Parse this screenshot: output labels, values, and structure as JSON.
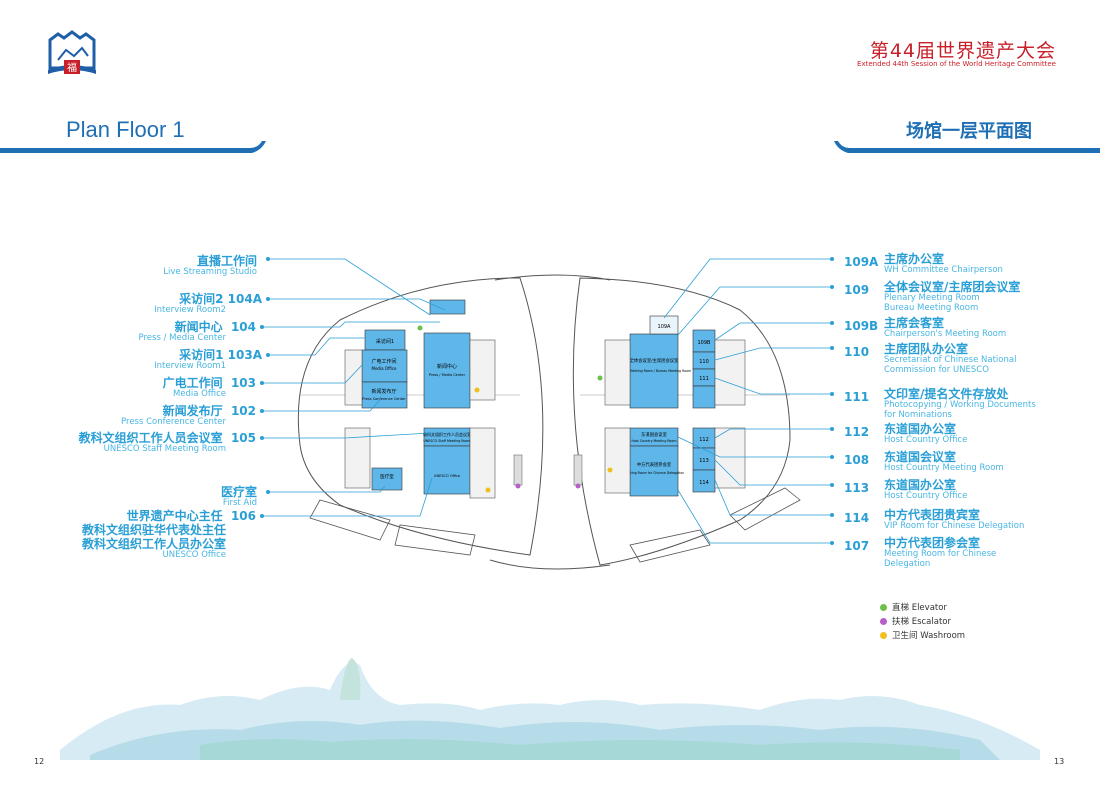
{
  "header": {
    "event_title": "第44届世界遗产大会",
    "event_subtitle": "Extended 44th Session of the World Heritage Committee",
    "plan_title_en": "Plan Floor 1",
    "plan_title_zh": "场馆一层平面图"
  },
  "logo_glyph": "福",
  "left_labels": [
    {
      "zh": "直播工作间",
      "num": "",
      "en": "Live Streaming Studio"
    },
    {
      "zh": "采访间2",
      "num": "104A",
      "en": "Interview Room2"
    },
    {
      "zh": "新闻中心",
      "num": "104",
      "en": "Press / Media Center"
    },
    {
      "zh": "采访间1",
      "num": "103A",
      "en": "Interview Room1"
    },
    {
      "zh": "广电工作间",
      "num": "103",
      "en": "Media Office"
    },
    {
      "zh": "新闻发布厅",
      "num": "102",
      "en": "Press Conference Center"
    },
    {
      "zh": "教科文组织工作人员会议室",
      "num": "105",
      "en": "UNESCO Staff Meeting Room"
    },
    {
      "zh": "医疗室",
      "num": "",
      "en": "First Aid"
    },
    {
      "zh": "世界遗产中心主任",
      "num": "106",
      "en": ""
    },
    {
      "zh": "教科文组织驻华代表处主任",
      "num": "",
      "en": ""
    },
    {
      "zh": "教科文组织工作人员办公室",
      "num": "",
      "en": "UNESCO Office"
    }
  ],
  "right_labels": [
    {
      "num": "109A",
      "zh": "主席办公室",
      "en": "WH Committee Chairperson"
    },
    {
      "num": "109",
      "zh": "全体会议室/主席团会议室",
      "en": "Plenary Meeting Room",
      "en2": "Bureau Meeting Room"
    },
    {
      "num": "109B",
      "zh": "主席会客室",
      "en": "Chairperson's Meeting Room"
    },
    {
      "num": "110",
      "zh": "主席团队办公室",
      "en": "Secretariat of Chinese National",
      "en2": "Commission for UNESCO"
    },
    {
      "num": "111",
      "zh": "文印室/提名文件存放处",
      "en": "Photocopying / Working Documents",
      "en2": "for Nominations"
    },
    {
      "num": "112",
      "zh": "东道国办公室",
      "en": "Host Country Office"
    },
    {
      "num": "108",
      "zh": "东道国会议室",
      "en": "Host Country Meeting Room"
    },
    {
      "num": "113",
      "zh": "东道国办公室",
      "en": "Host Country Office"
    },
    {
      "num": "114",
      "zh": "中方代表团贵宾室",
      "en": "VIP Room for Chinese Delegation"
    },
    {
      "num": "107",
      "zh": "中方代表团参会室",
      "en": "Meeting Room for Chinese",
      "en2": "Delegation"
    }
  ],
  "map_rooms": {
    "press_center": "新闻中心",
    "press_center_en": "Press / Media Center",
    "media_office": "广电工作间",
    "media_office_en": "Media Office",
    "press_conf": "新闻发布厅",
    "press_conf_en": "Press Conference Center",
    "interview1": "采访间1",
    "unesco_meeting": "教科文组织工作人员会议室",
    "unesco_meeting_en": "UNESCO Staff Meeting Room",
    "unesco_office_en": "UNESCO Office",
    "first_aid": "医疗室",
    "plenary": "全体会议室/主席团会议室",
    "plenary_en": "Plenary Meeting Room / Bureau Meeting Room",
    "host_meeting": "东道国会议室",
    "host_meeting_en": "Host Country Meeting Room",
    "cn_deleg": "中方代表团参会室",
    "cn_deleg_en": "Meeting Room for Chinese Delegation",
    "r109a": "109A",
    "r109b": "109B",
    "r110": "110",
    "r111": "111",
    "r112": "112",
    "r113": "113",
    "r114": "114"
  },
  "legend": [
    {
      "label": "直梯 Elevator",
      "color": "#6cc04a"
    },
    {
      "label": "扶梯 Escalator",
      "color": "#b65fc6"
    },
    {
      "label": "卫生间 Washroom",
      "color": "#f0c020"
    }
  ],
  "page_numbers": {
    "left": "12",
    "right": "13"
  },
  "colors": {
    "brand_blue": "#1f6fb5",
    "label_blue": "#2a9fd6",
    "red": "#c8202a",
    "room_fill": "#5fb6e8"
  }
}
